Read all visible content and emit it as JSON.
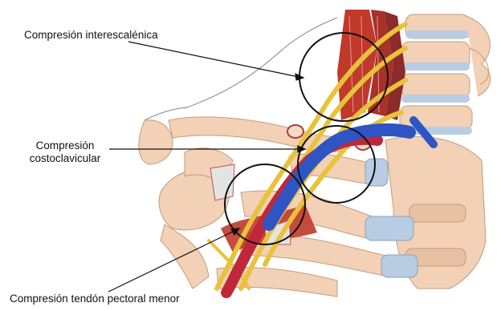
{
  "labels": {
    "interscalene": "Compresión interescalénica",
    "costoclavicular_line1": "Compresión",
    "costoclavicular_line2": "costoclavicular",
    "pectoral": "Compresión tendón pectoral menor"
  },
  "colors": {
    "bone": "#f2d1b6",
    "bone_shadow": "#d9a98a",
    "cartilage": "#b8cde3",
    "muscle": "#c0392b",
    "muscle_dark": "#8e2a2a",
    "nerve": "#e8c23a",
    "artery": "#c0283a",
    "vein": "#2f55c4",
    "circle_stroke": "#111111"
  }
}
